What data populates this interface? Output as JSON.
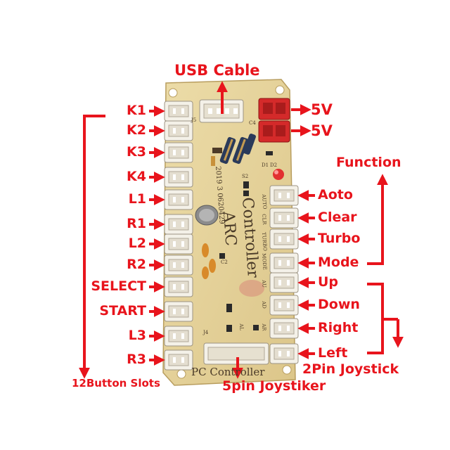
{
  "labels": {
    "usb_cable": "USB Cable",
    "five_v_1": "5V",
    "five_v_2": "5V",
    "function": "Function",
    "left_buttons": [
      "K1",
      "K2",
      "K3",
      "K4",
      "L1",
      "R1",
      "L2",
      "R2",
      "SELECT",
      "START",
      "L3",
      "R3"
    ],
    "button_slots": "12Button Slots",
    "function_buttons": [
      "Aoto",
      "Clear",
      "Turbo",
      "Mode"
    ],
    "joystick_directions": [
      "Up",
      "Down",
      "Right",
      "Left"
    ],
    "two_pin_joystick": "2Pin Joystick",
    "five_pin_joystick": "5pin Joystiker"
  },
  "board": {
    "title_line1": "ARC",
    "title_line2": "Controller",
    "footer": "PC Controller",
    "date_code": "2019 3 0620429",
    "silk_function": [
      "AUTO",
      "CLR",
      "TURBO",
      "MODE"
    ],
    "silk_joystick": [
      "AU",
      "AD",
      "AL",
      "AR"
    ],
    "silk_small": [
      "J5",
      "J4",
      "D1",
      "D2",
      "C2",
      "C4",
      "S2"
    ]
  },
  "colors": {
    "annotation": "#e8141c",
    "board": "#e7d49c",
    "connector": "#f4f1e8",
    "usb_red": "#d42a2a"
  }
}
